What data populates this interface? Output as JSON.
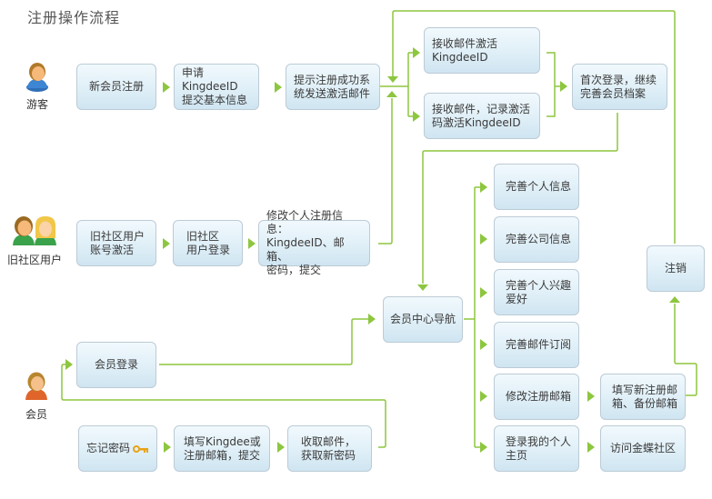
{
  "title": "注册操作流程",
  "colors": {
    "line": "#8dc63f",
    "box_border": "#bccbd6",
    "box_top": "#f1f9fd",
    "box_bottom": "#cfe5f1"
  },
  "actors": {
    "guest": {
      "label": "游客",
      "icon": "guest-user-icon"
    },
    "old_user": {
      "label": "旧社区用户",
      "icon": "user-pair-icon"
    },
    "member": {
      "label": "会员",
      "icon": "member-user-icon"
    }
  },
  "steps": {
    "new_register": "新会员注册",
    "apply_id": [
      "申请KingdeeID",
      "提交基本信息"
    ],
    "notify_email": [
      "提示注册成功系",
      "统发送激活邮件"
    ],
    "activate_by_mail": [
      "接收邮件激活",
      "KingdeeID"
    ],
    "activate_by_code": [
      "接收邮件，记录激活",
      "码激活KingdeeID"
    ],
    "first_login": [
      "首次登录，继续",
      "完善会员档案"
    ],
    "old_activate": [
      "旧社区用户",
      "账号激活"
    ],
    "old_login": [
      "旧社区",
      "用户登录"
    ],
    "modify_info": [
      "修改个人注册信息：",
      "KingdeeID、邮箱、",
      "密码，提交"
    ],
    "member_nav": "会员中心导航",
    "cancel": "注销",
    "member_login": "会员登录",
    "forgot_password": "忘记密码",
    "fill_email": [
      "填写Kingdee或",
      "注册邮箱，提交"
    ],
    "receive_mail": [
      "收取邮件，",
      "获取新密码"
    ],
    "personal_info": "完善个人信息",
    "company_info": "完善公司信息",
    "interests": [
      "完善个人兴趣",
      "爱好"
    ],
    "mail_subscription": "完善邮件订阅",
    "modify_email": "修改注册邮箱",
    "new_email": [
      "填写新注册邮",
      "箱、备份邮箱"
    ],
    "my_homepage": [
      "登录我的个人",
      "主页"
    ],
    "visit_community": "访问金蝶社区"
  }
}
